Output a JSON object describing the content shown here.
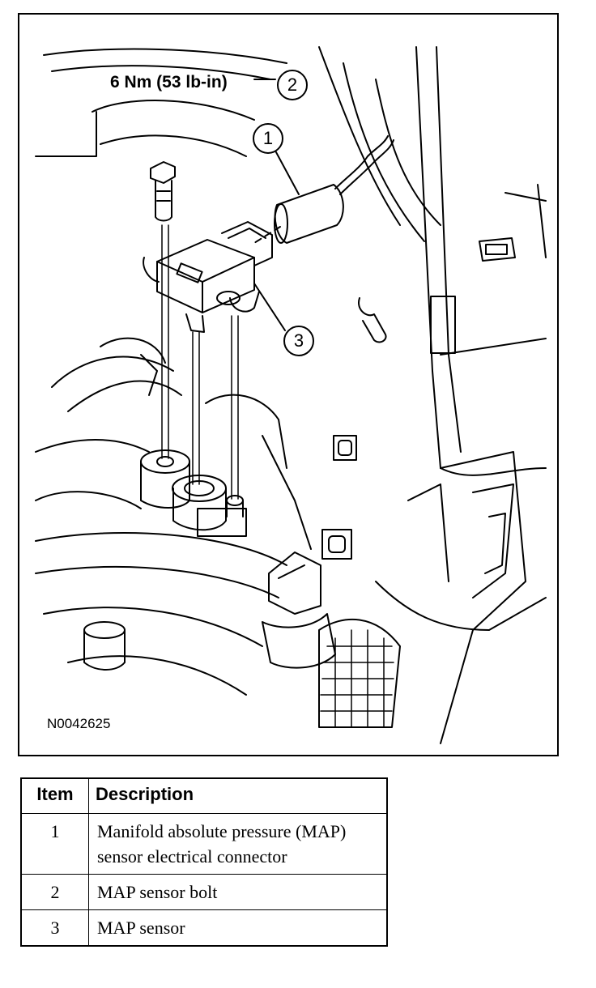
{
  "figure": {
    "torque_label": "6 Nm (53 lb-in)",
    "figure_id": "N0042625",
    "callouts": {
      "c1": "1",
      "c2": "2",
      "c3": "3"
    }
  },
  "legend": {
    "headers": {
      "item": "Item",
      "description": "Description"
    },
    "rows": [
      {
        "item": "1",
        "description": "Manifold absolute pressure (MAP) sensor electrical connector"
      },
      {
        "item": "2",
        "description": "MAP sensor bolt"
      },
      {
        "item": "3",
        "description": "MAP sensor"
      }
    ]
  }
}
